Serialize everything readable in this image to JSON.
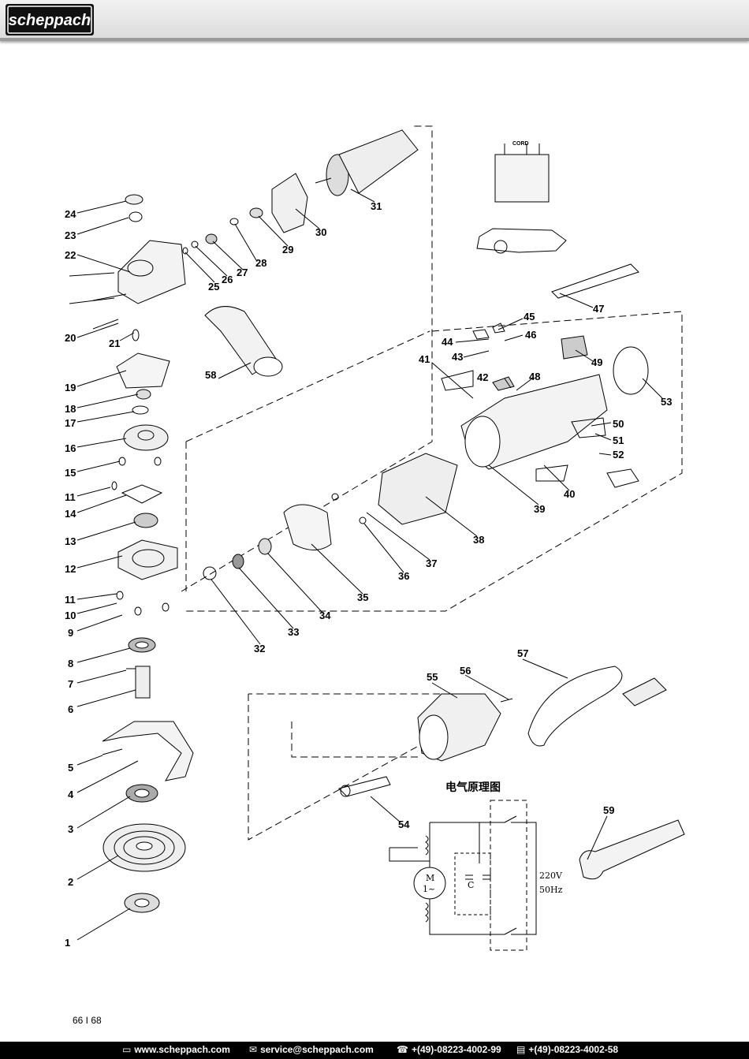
{
  "brand": {
    "logo_text": "scheppach"
  },
  "diagram": {
    "part_numbers": [
      "1",
      "2",
      "3",
      "4",
      "5",
      "6",
      "7",
      "8",
      "9",
      "10",
      "11",
      "11",
      "12",
      "13",
      "14",
      "15",
      "16",
      "17",
      "18",
      "19",
      "20",
      "21",
      "22",
      "23",
      "24",
      "25",
      "26",
      "27",
      "28",
      "29",
      "30",
      "31",
      "32",
      "33",
      "34",
      "35",
      "36",
      "37",
      "38",
      "39",
      "40",
      "41",
      "42",
      "43",
      "44",
      "45",
      "46",
      "47",
      "48",
      "49",
      "50",
      "51",
      "52",
      "53",
      "54",
      "55",
      "56",
      "57",
      "58",
      "59"
    ],
    "cord_label": "CORD",
    "schematic_title": "电气原理图",
    "capacitor_label": "C",
    "motor_label": "M",
    "motor_phase": "1~",
    "voltage": "220V",
    "frequency": "50Hz"
  },
  "page": {
    "number": "66 I 68"
  },
  "footer": {
    "website": "www.scheppach.com",
    "email": "service@scheppach.com",
    "phone": "+(49)-08223-4002-99",
    "fax": "+(49)-08223-4002-58"
  }
}
